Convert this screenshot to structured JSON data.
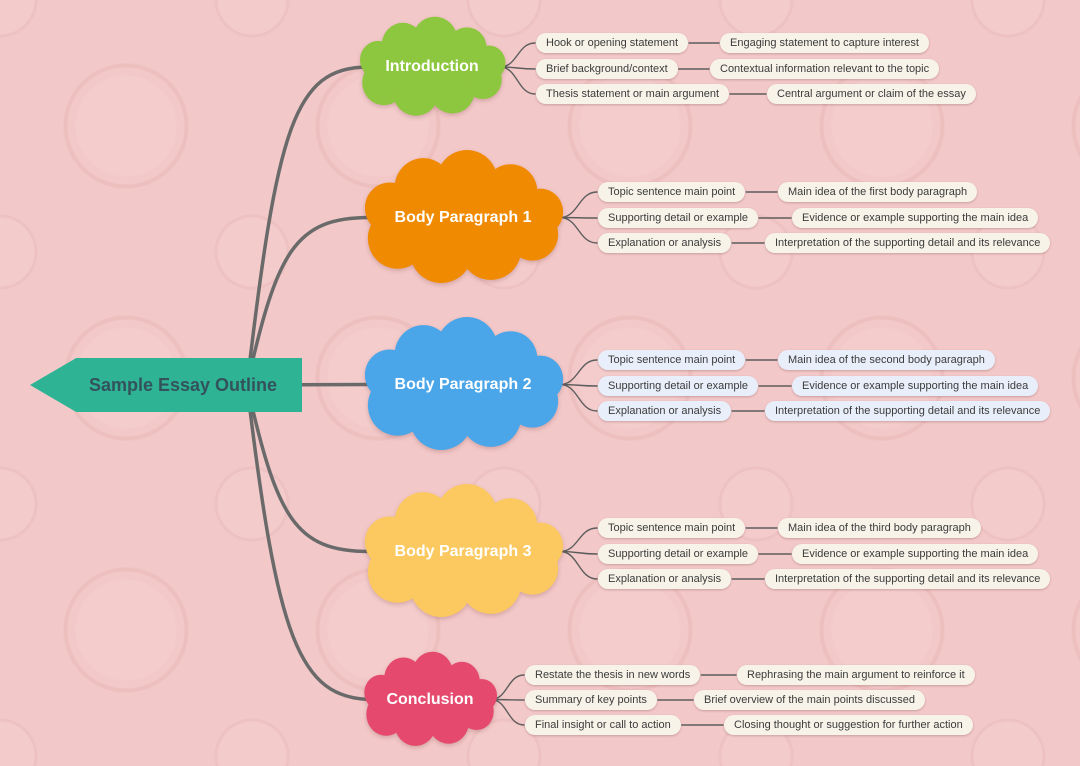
{
  "root": {
    "label": "Sample Essay Outline",
    "color": "#2eb394"
  },
  "canvas": {
    "background": "#f3c8c8",
    "connector_color": "#6a6a6a",
    "sub_connector_color": "#5d5d5d"
  },
  "branches": [
    {
      "label": "Introduction",
      "color": "#8dc63f",
      "pill_bg": "#f7f3e9",
      "children": [
        {
          "label": "Hook or opening statement",
          "detail": "Engaging statement to capture interest"
        },
        {
          "label": "Brief background/context",
          "detail": "Contextual information relevant to the topic"
        },
        {
          "label": "Thesis statement or main argument",
          "detail": "Central argument or claim of the essay"
        }
      ]
    },
    {
      "label": "Body Paragraph 1",
      "color": "#f08a00",
      "pill_bg": "#f7f3e9",
      "children": [
        {
          "label": "Topic sentence main point",
          "detail": "Main idea of the first body paragraph"
        },
        {
          "label": "Supporting detail or example",
          "detail": "Evidence or example supporting the main idea"
        },
        {
          "label": "Explanation or analysis",
          "detail": "Interpretation of the supporting detail and its relevance"
        }
      ]
    },
    {
      "label": "Body Paragraph 2",
      "color": "#4aa6e8",
      "pill_bg": "#e9effa",
      "children": [
        {
          "label": "Topic sentence main point",
          "detail": "Main idea of the second body paragraph"
        },
        {
          "label": "Supporting detail or example",
          "detail": "Evidence or example supporting the main idea"
        },
        {
          "label": "Explanation or analysis",
          "detail": "Interpretation of the supporting detail and its relevance"
        }
      ]
    },
    {
      "label": "Body Paragraph 3",
      "color": "#fbc95f",
      "pill_bg": "#f7f3e9",
      "children": [
        {
          "label": "Topic sentence main point",
          "detail": "Main idea of the third body paragraph"
        },
        {
          "label": "Supporting detail or example",
          "detail": "Evidence or example supporting the main idea"
        },
        {
          "label": "Explanation or analysis",
          "detail": "Interpretation of the supporting detail and its relevance"
        }
      ]
    },
    {
      "label": "Conclusion",
      "color": "#e5496e",
      "pill_bg": "#f7f3e9",
      "children": [
        {
          "label": "Restate the thesis in new words",
          "detail": "Rephrasing the main argument to reinforce it"
        },
        {
          "label": "Summary of key points",
          "detail": "Brief overview of the main points discussed"
        },
        {
          "label": "Final insight or call to action",
          "detail": "Closing thought or suggestion for further action"
        }
      ]
    }
  ]
}
